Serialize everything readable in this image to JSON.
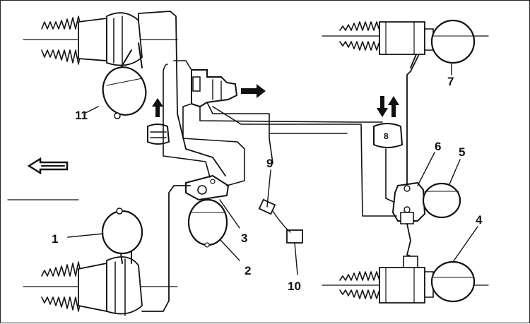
{
  "diagram": {
    "labels": {
      "c1": "1",
      "c2": "2",
      "c3": "3",
      "c4": "4",
      "c5": "5",
      "c6": "6",
      "c7": "7",
      "c8": "8",
      "c9": "9",
      "c10": "10",
      "c11": "11"
    },
    "colors": {
      "ink": "#111111",
      "background": "#ffffff"
    }
  }
}
